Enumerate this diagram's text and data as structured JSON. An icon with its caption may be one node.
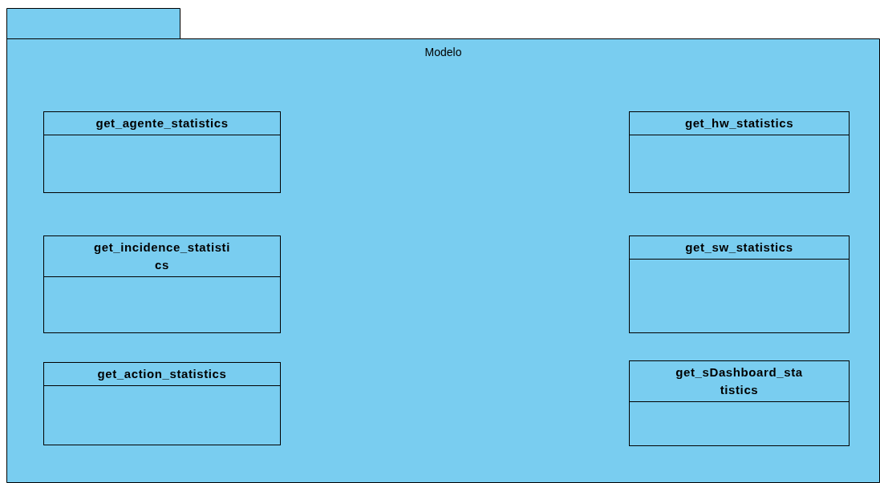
{
  "diagram": {
    "nodes": [
      {
        "text": [
          "Modelo"
        ]
      },
      {
        "text": [
          "get_agente_statistics"
        ],
        "in": 0
      },
      {
        "text": [
          "get_hw_statistics"
        ],
        "in": 0
      },
      {
        "text": [
          "get_incidence_statistics"
        ],
        "in": 0
      },
      {
        "text": [
          "get_sw_statistics"
        ],
        "in": 0
      },
      {
        "text": [
          "get_action_statistics"
        ],
        "in": 0
      },
      {
        "text": [
          "get_sDashboard_statistics"
        ],
        "in": 0
      }
    ]
  }
}
